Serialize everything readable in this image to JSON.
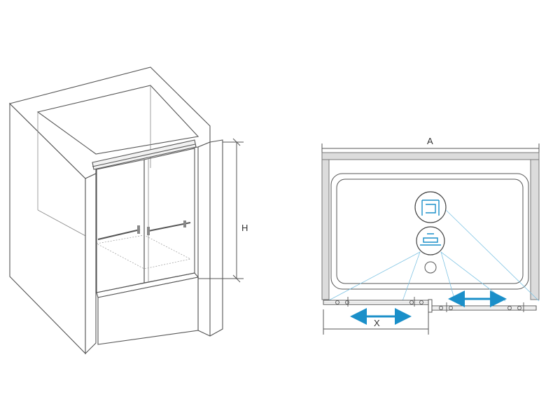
{
  "iso_view": {
    "height_label": "H"
  },
  "plan_view": {
    "width_label": "A",
    "opening_label": "X"
  },
  "colors": {
    "line": "#555555",
    "wall_fill": "#dcdcdc",
    "accent": "#1a8fc9",
    "leader": "#7fc3e3"
  }
}
